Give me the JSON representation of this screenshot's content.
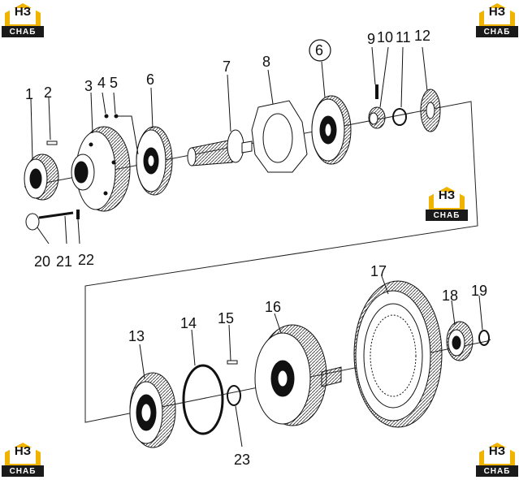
{
  "logo": {
    "top_text": "НЗ",
    "bottom_text": "СНАБ",
    "accent": "#f0b400",
    "dark": "#1a1a1a"
  },
  "callouts": {
    "c1": "1",
    "c2": "2",
    "c3": "3",
    "c4": "4",
    "c5": "5",
    "c6a": "6",
    "c6b": "6",
    "c7": "7",
    "c8": "8",
    "c9": "9",
    "c10": "10",
    "c11": "11",
    "c12": "12",
    "c13": "13",
    "c14": "14",
    "c15": "15",
    "c16": "16",
    "c17": "17",
    "c18": "18",
    "c19": "19",
    "c20": "20",
    "c21": "21",
    "c22": "22",
    "c23": "23"
  }
}
